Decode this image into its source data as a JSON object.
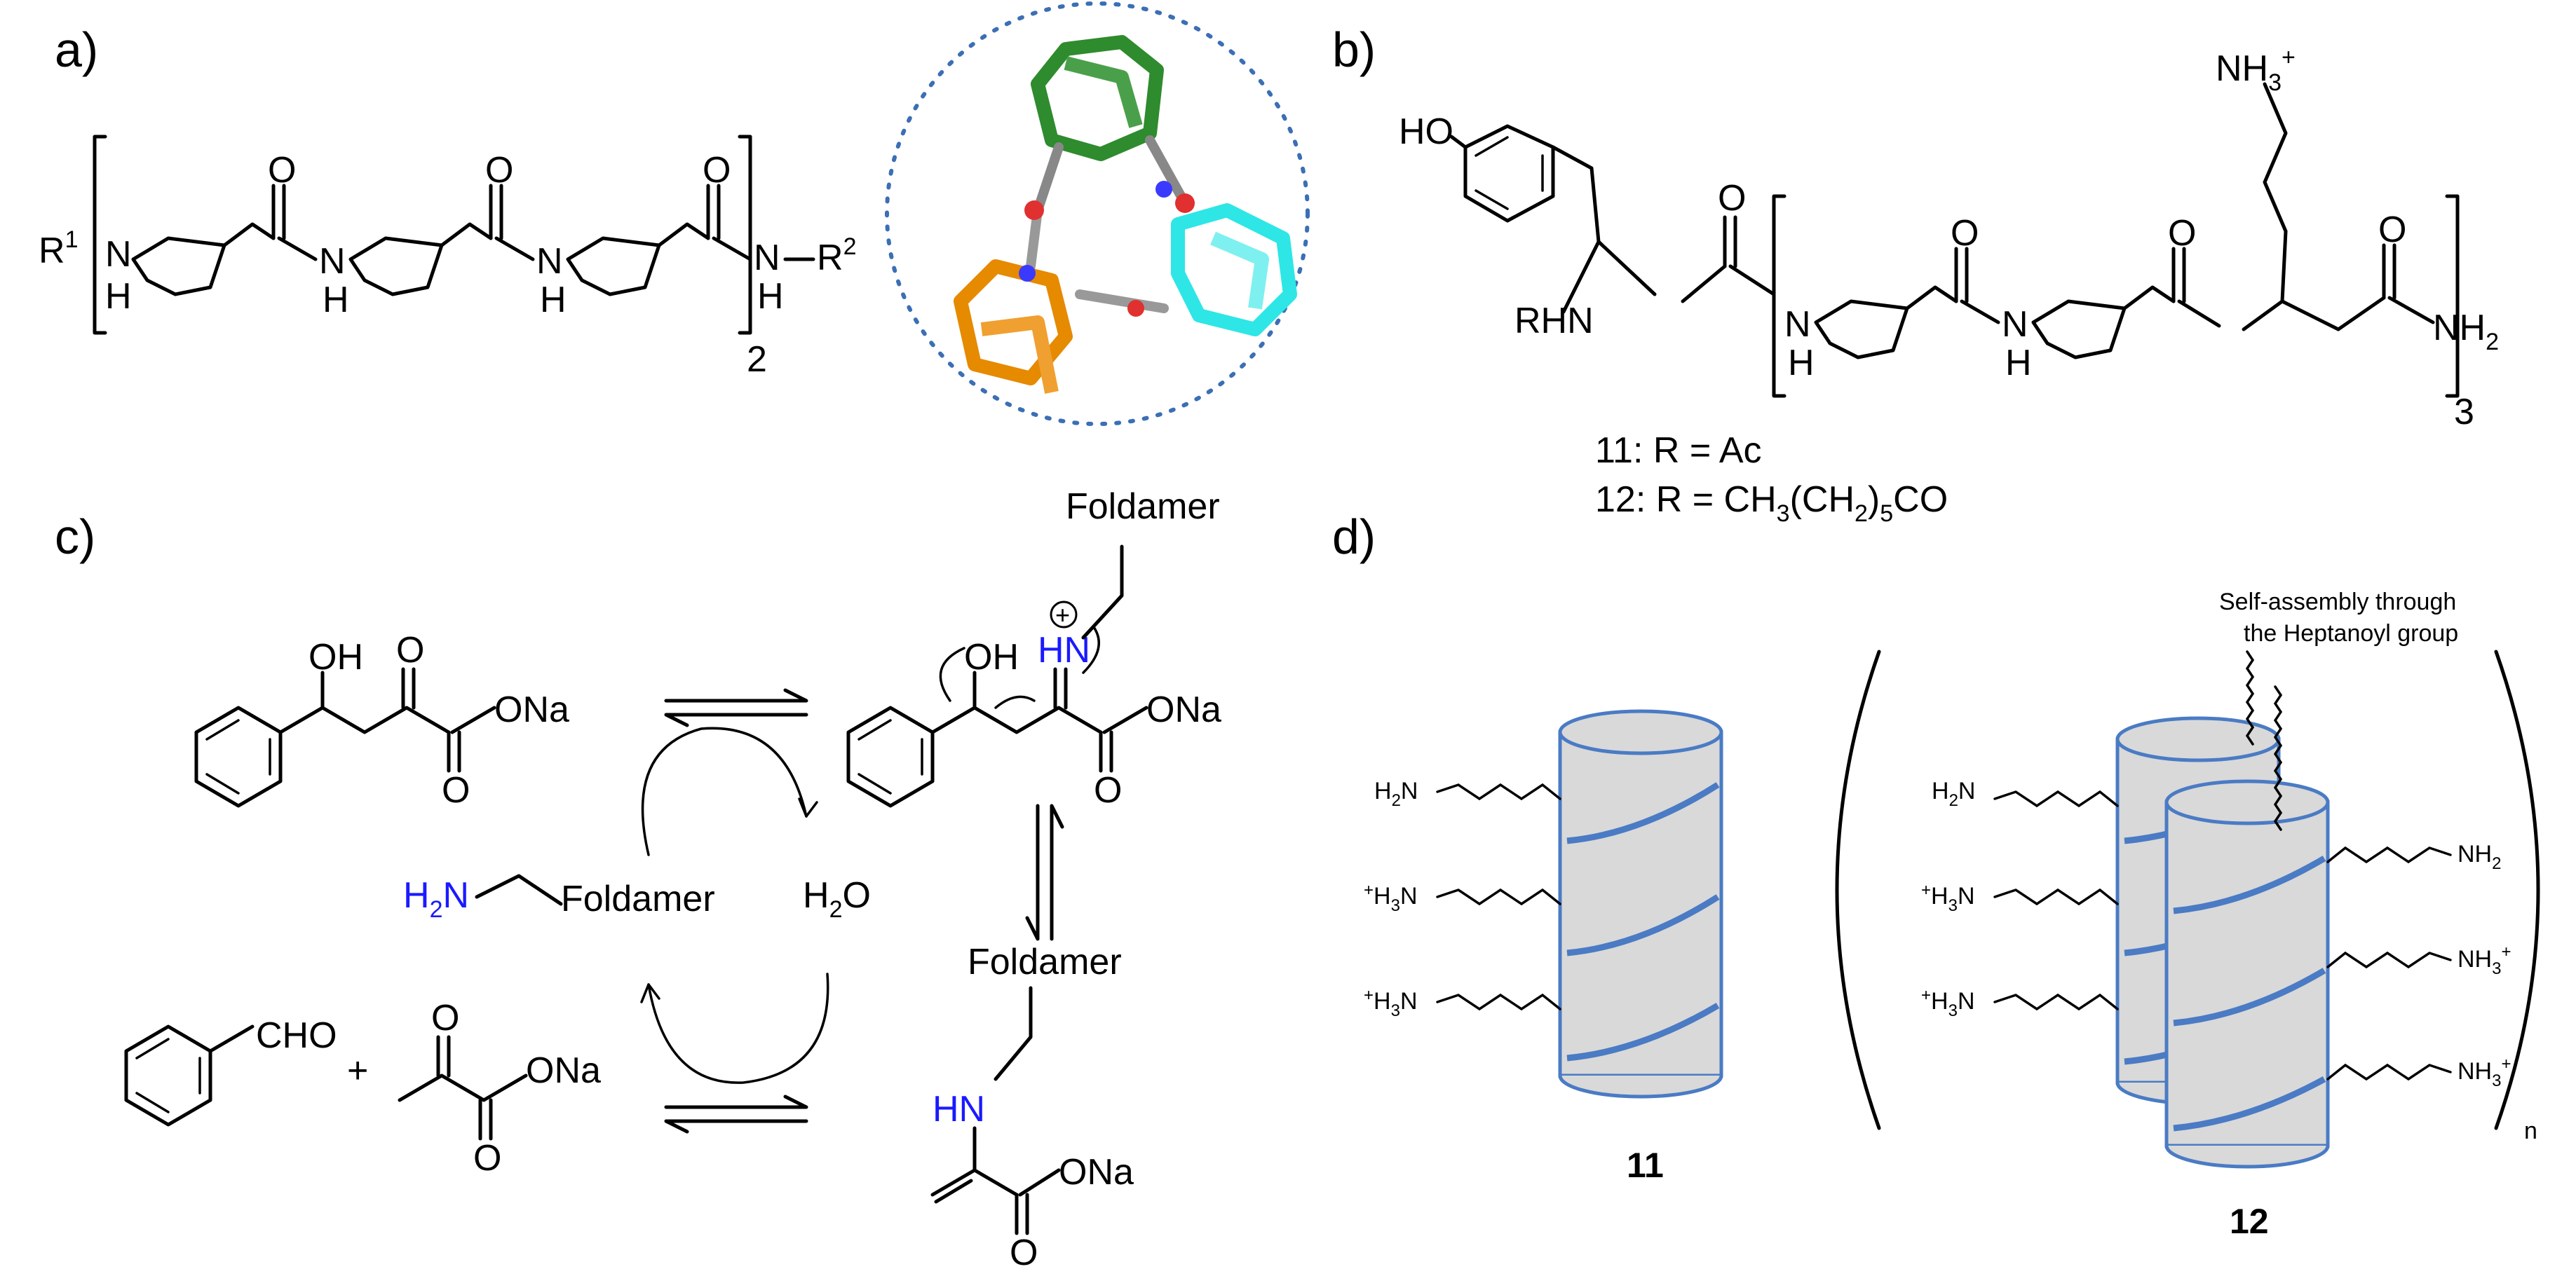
{
  "panels": {
    "a": "a)",
    "b": "b)",
    "c": "c)",
    "d": "d)"
  },
  "panel_a": {
    "r1": "R",
    "r1_sup": "1",
    "r2": "R",
    "r2_sup": "2",
    "nh": "N",
    "h": "H",
    "o": "O",
    "repeat": "2",
    "nh_r2": "N",
    "colors": {
      "green": "#2e8b2e",
      "cyan": "#2ee6e6",
      "orange": "#e68a00",
      "circle": "#3b6fb5"
    }
  },
  "panel_b": {
    "ho": "HO",
    "rhn": "RHN",
    "nh3": "NH",
    "nh3_sub": "3",
    "nh3_sup": "+",
    "nh2": "NH",
    "nh2_sub": "2",
    "repeat": "3",
    "compound11": "11: R = Ac",
    "compound12_a": "12: R = CH",
    "compound12_b": "3",
    "compound12_c": "(CH",
    "compound12_d": "2",
    "compound12_e": ")",
    "compound12_f": "5",
    "compound12_g": "CO"
  },
  "panel_c": {
    "foldamer": "Foldamer",
    "oh": "OH",
    "o": "O",
    "ona": "ONa",
    "hn": "HN",
    "plus": "+",
    "h2o_a": "H",
    "h2o_b": "2",
    "h2o_c": "O",
    "h2n_a": "H",
    "h2n_b": "2",
    "h2n_c": "N",
    "cho": "CHO"
  },
  "panel_d": {
    "annotation_1": "Self-assembly through",
    "annotation_2": "the Heptanoyl group",
    "label11": "11",
    "label12": "12",
    "n": "n",
    "h2n": "H",
    "h2n_sub": "2",
    "h2n_n": "N",
    "h3n_sup": "+",
    "h3n": "H",
    "h3n_sub": "3",
    "h3n_n": "N",
    "nh2": "NH",
    "nh2_sub": "2",
    "nh3": "NH",
    "nh3_sub": "3",
    "nh3_sup": "+"
  }
}
